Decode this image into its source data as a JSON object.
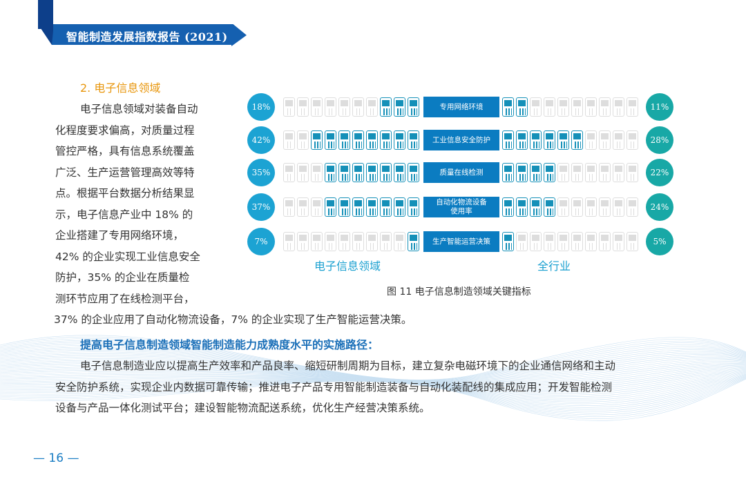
{
  "header": {
    "title": "智能制造发展指数报告 (2021)"
  },
  "section": {
    "title": "2. 电子信息领域"
  },
  "paragraph1": {
    "lines": [
      "电子信息领域对装备自动",
      "化程度要求偏高，对质量过程",
      "管控严格，具有信息系统覆盖",
      "广泛、生产运营管理高效等特",
      "点。根据平台数据分析结果显",
      "示，电子信息产业中 18% 的",
      "企业搭建了专用网络环境，",
      "42% 的企业实现工业信息安全",
      "防护，35% 的企业在质量检",
      "测环节应用了在线检测平台，",
      "37% 的企业应用了自动化物流设备，7% 的企业实现了生产智能运营决策。"
    ]
  },
  "subheading": "提高电子信息制造领域智能制造能力成熟度水平的实施路径：",
  "paragraph2": {
    "lines": [
      "电子信息制造业应以提高生产效率和产品良率、缩短研制周期为目标，建立复杂电磁环境下的企业通信网络和主动",
      "安全防护系统，实现企业内数据可靠传输；推进电子产品专用智能制造装备与自动化装配线的集成应用；开发智能检测",
      "设备与产品一体化测试平台；建设智能物流配送系统，优化生产经营决策系统。"
    ]
  },
  "page_number": "16",
  "chart_data": {
    "type": "pictogram",
    "caption": "图 11  电子信息制造领域关键指标",
    "series_labels": [
      "电子信息领域",
      "全行业"
    ],
    "icon": "phone-icon",
    "icons_per_side": 10,
    "colors": {
      "left": "#1ca3d3",
      "right": "#18a8a6",
      "label_box": "#0b7cc1",
      "filled_icon": "#1590b8",
      "empty_icon": "#dddddd"
    },
    "rows": [
      {
        "category": "专用网络环境",
        "left": "18%",
        "left_value": 18,
        "left_filled": 3,
        "right": "11%",
        "right_value": 11,
        "right_filled": 2
      },
      {
        "category": "工业信息安全防护",
        "left": "42%",
        "left_value": 42,
        "left_filled": 8,
        "right": "28%",
        "right_value": 28,
        "right_filled": 6
      },
      {
        "category": "质量在线检测",
        "left": "35%",
        "left_value": 35,
        "left_filled": 7,
        "right": "22%",
        "right_value": 22,
        "right_filled": 4
      },
      {
        "category": "自动化物流设备使用率",
        "category_lines": [
          "自动化物流设备",
          "使用率"
        ],
        "left": "37%",
        "left_value": 37,
        "left_filled": 7,
        "right": "24%",
        "right_value": 24,
        "right_filled": 4
      },
      {
        "category": "生产智能运营决策",
        "left": "7%",
        "left_value": 7,
        "left_filled": 1,
        "right": "5%",
        "right_value": 5,
        "right_filled": 1
      }
    ]
  }
}
